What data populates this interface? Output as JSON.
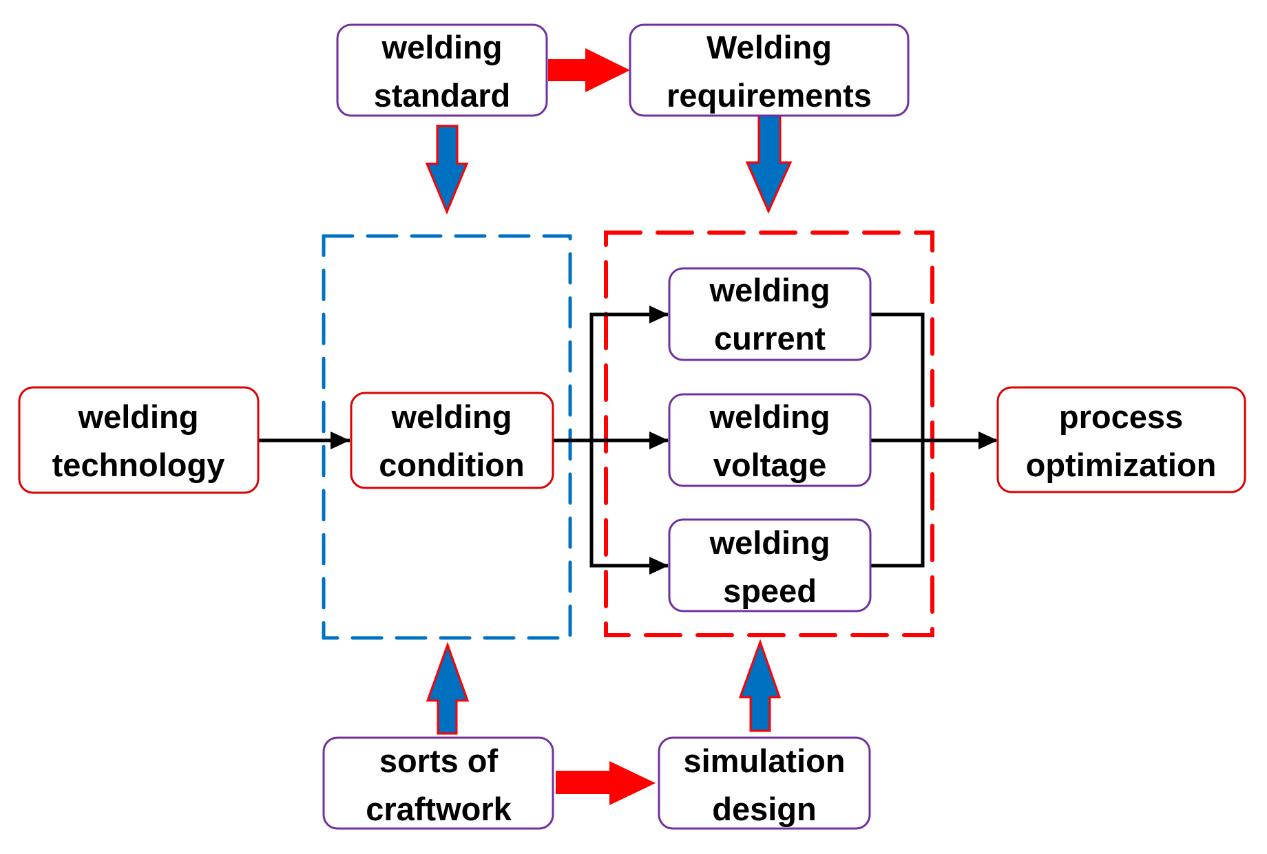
{
  "title": "Welding process optimization flow",
  "colors": {
    "red_box": "#dd0000",
    "purple_box": "#7030a0",
    "blue_dashed": "#0070c0",
    "red_dashed": "#ff0000",
    "block_arrow_fill": "#0070c0",
    "block_arrow_stroke": "#ff0000",
    "red_arrow": "#ff0000",
    "connector": "#000000"
  },
  "nodes": {
    "welding_standard": {
      "lines": [
        "welding",
        "standard"
      ]
    },
    "welding_requirements": {
      "lines": [
        "Welding",
        "requirements"
      ]
    },
    "welding_technology": {
      "lines": [
        "welding",
        "technology"
      ]
    },
    "welding_condition": {
      "lines": [
        "welding",
        "condition"
      ]
    },
    "welding_current": {
      "lines": [
        "welding",
        "current"
      ]
    },
    "welding_voltage": {
      "lines": [
        "welding",
        "voltage"
      ]
    },
    "welding_speed": {
      "lines": [
        "welding",
        "speed"
      ]
    },
    "process_optimization": {
      "lines": [
        "process",
        "optimization"
      ]
    },
    "sorts_of_craftwork": {
      "lines": [
        "sorts of",
        "craftwork"
      ]
    },
    "simulation_design": {
      "lines": [
        "simulation",
        "design"
      ]
    }
  },
  "edges": [
    {
      "from": "welding_standard",
      "to": "welding_requirements",
      "style": "red-block-arrow"
    },
    {
      "from": "welding_standard",
      "to": "condition-group",
      "style": "blue-block-arrow"
    },
    {
      "from": "welding_requirements",
      "to": "parameter-group",
      "style": "blue-block-arrow"
    },
    {
      "from": "welding_technology",
      "to": "welding_condition",
      "style": "line-arrow"
    },
    {
      "from": "welding_condition",
      "to": "welding_current",
      "style": "line-arrow"
    },
    {
      "from": "welding_condition",
      "to": "welding_voltage",
      "style": "line-arrow"
    },
    {
      "from": "welding_condition",
      "to": "welding_speed",
      "style": "line-arrow"
    },
    {
      "from": "parameter-group",
      "to": "process_optimization",
      "style": "line-arrow"
    },
    {
      "from": "sorts_of_craftwork",
      "to": "condition-group",
      "style": "blue-block-arrow"
    },
    {
      "from": "simulation_design",
      "to": "parameter-group",
      "style": "blue-block-arrow"
    },
    {
      "from": "sorts_of_craftwork",
      "to": "simulation_design",
      "style": "red-block-arrow"
    }
  ],
  "groups": {
    "condition_group": {
      "members": [
        "welding_condition"
      ],
      "style": "blue-dashed"
    },
    "parameter_group": {
      "members": [
        "welding_current",
        "welding_voltage",
        "welding_speed"
      ],
      "style": "red-dashed"
    }
  }
}
